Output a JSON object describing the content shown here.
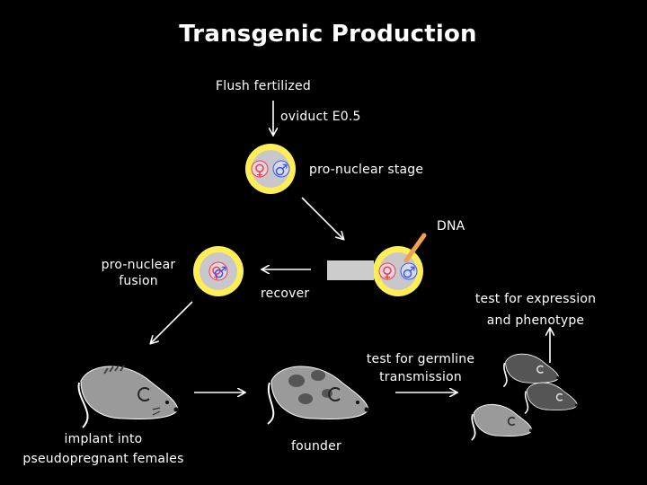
{
  "title": "Transgenic Production",
  "labels": {
    "flush": "Flush fertilized",
    "oviduct": "oviduct E0.5",
    "pronuclear_stage": "pro-nuclear stage",
    "dna": "DNA",
    "pronuclear_fusion": [
      "pro-nuclear",
      "fusion"
    ],
    "recover": "recover",
    "test_expression": [
      "test for expression",
      "and phenotype"
    ],
    "test_germline": [
      "test for germline",
      "transmission"
    ],
    "implant": [
      "implant into",
      "pseudopregnant females"
    ],
    "founder": "founder"
  },
  "symbols": {
    "female": "♀",
    "male": "♂"
  },
  "colors": {
    "background": "#000000",
    "text": "#ffffff",
    "zona": "#ffee55",
    "cytoplasm": "#c8c8cc",
    "pronucleus_female": "#ff3344",
    "pronucleus_male": "#3355ff",
    "mouse_light": "#9a9a9a",
    "mouse_dark": "#555555",
    "needle": "#f0a050"
  }
}
